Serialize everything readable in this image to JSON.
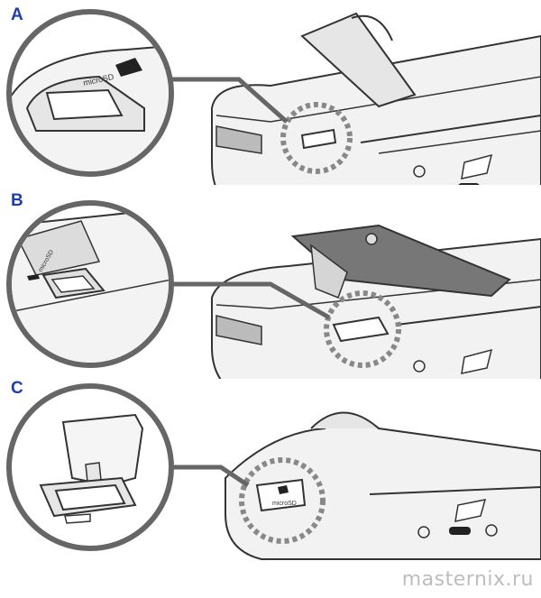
{
  "panels": [
    {
      "letter": "A",
      "card_label": "microSD"
    },
    {
      "letter": "B",
      "card_label": "microSD"
    },
    {
      "letter": "C",
      "card_label": "microSD"
    }
  ],
  "watermark": "masternix.ru",
  "colors": {
    "letter": "#1f3fa8",
    "line": "#333333",
    "zoom_ring": "#888888",
    "watermark": "#bdbdbd"
  }
}
